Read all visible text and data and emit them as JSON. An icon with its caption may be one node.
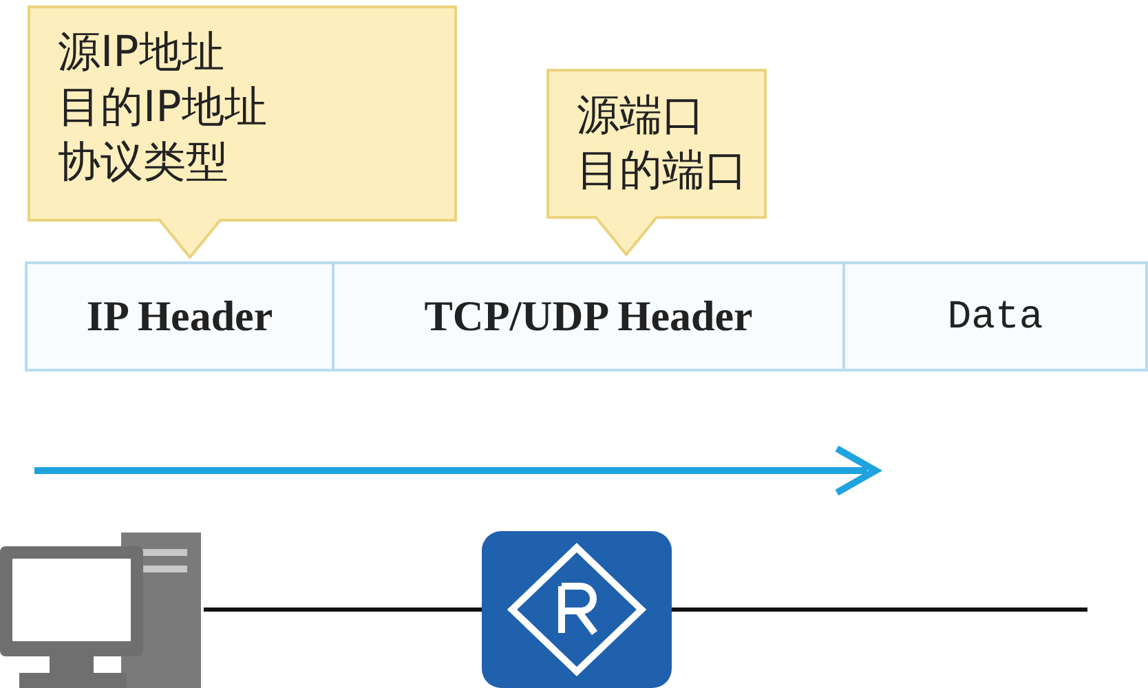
{
  "diagram": {
    "nodes": [
      {
        "text": [
          "源IP地址",
          "目的IP地址",
          "协议类型"
        ]
      },
      {
        "text": [
          "源端口",
          "目的端口"
        ]
      },
      {
        "text": [
          "IP Header"
        ]
      },
      {
        "text": [
          "TCP/UDP Header"
        ]
      },
      {
        "text": [
          "Data"
        ]
      },
      {
        "text": [],
        "shape": "computer"
      },
      {
        "text": [],
        "shape": "router"
      }
    ],
    "edges": [
      {
        "from": 5,
        "to": 6,
        "arrow": "none"
      },
      {
        "from": 6,
        "to": null,
        "arrow": "none"
      }
    ]
  }
}
